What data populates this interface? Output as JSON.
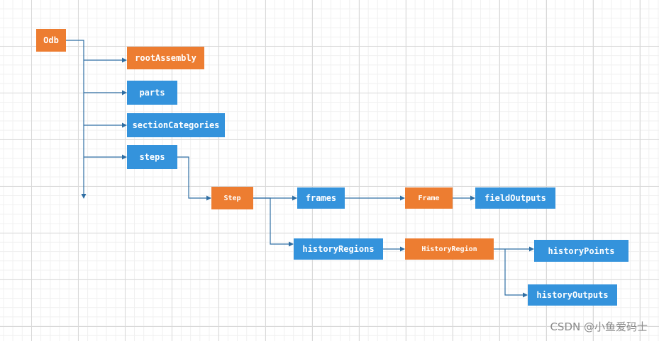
{
  "diagram": {
    "nodes": {
      "odb": "Odb",
      "root_assembly": "rootAssembly",
      "parts": "parts",
      "section_categories": "sectionCategories",
      "steps": "steps",
      "step": "Step",
      "frames": "frames",
      "frame": "Frame",
      "field_outputs": "fieldOutputs",
      "history_regions": "historyRegions",
      "history_region": "HistoryRegion",
      "history_points": "historyPoints",
      "history_outputs": "historyOutputs"
    },
    "colors": {
      "orange": "#ed7d31",
      "blue": "#3493dc",
      "connector": "#2f6ea3"
    }
  },
  "watermark": "CSDN @小鱼爱码士"
}
